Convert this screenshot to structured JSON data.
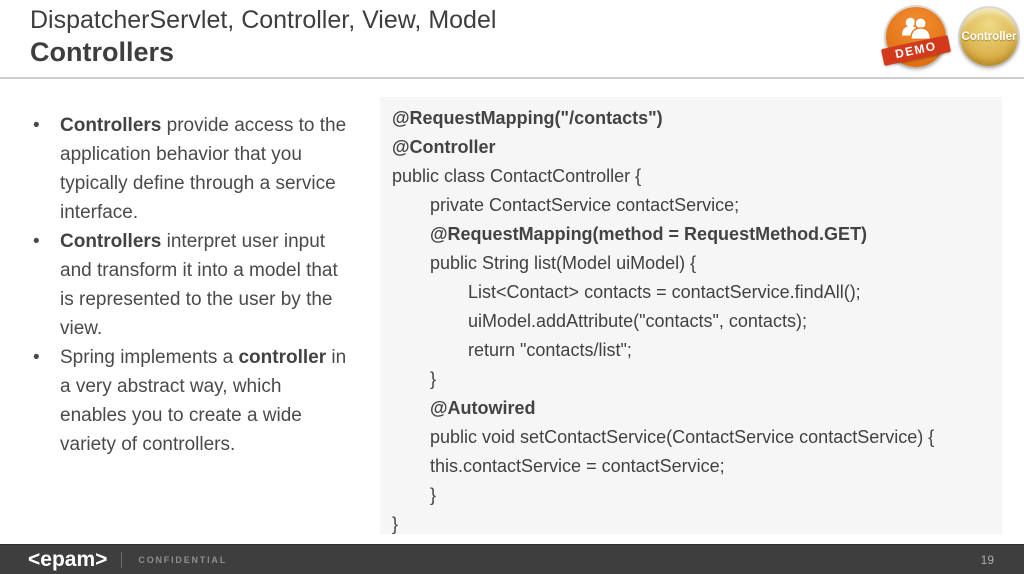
{
  "header": {
    "title_line1": "DispatcherServlet, Controller, View, Model",
    "title_line2": "Controllers"
  },
  "badges": {
    "demo_label": "DEMO",
    "controller_label": "Controller",
    "demo_color": "#E87A1E",
    "ribbon_color": "#D33A1C",
    "controller_color": "#D6A93E"
  },
  "bullets": [
    {
      "segments": [
        {
          "text": "Controllers",
          "bold": true
        },
        {
          "text": " provide access to the application behavior that you typically define through a service interface.",
          "bold": false
        }
      ]
    },
    {
      "segments": [
        {
          "text": "Controllers",
          "bold": true
        },
        {
          "text": " interpret user input and transform it into a model that is represented to the user by the view.",
          "bold": false
        }
      ]
    },
    {
      "segments": [
        {
          "text": "Spring implements a ",
          "bold": false
        },
        {
          "text": "controller",
          "bold": true
        },
        {
          "text": " in a very abstract way, which enables you to create a wide variety of controllers.",
          "bold": false
        }
      ]
    }
  ],
  "code": {
    "background": "#F6F6F7",
    "lines": [
      {
        "text": "@RequestMapping(\"/contacts\")",
        "indent": 0,
        "bold": true
      },
      {
        "text": "@Controller",
        "indent": 0,
        "bold": true
      },
      {
        "text": "public class ContactController {",
        "indent": 0,
        "bold": false
      },
      {
        "text": "private ContactService contactService;",
        "indent": 1,
        "bold": false
      },
      {
        "text": "@RequestMapping(method = RequestMethod.GET)",
        "indent": 1,
        "bold": true
      },
      {
        "text": "public String list(Model uiModel) {",
        "indent": 1,
        "bold": false
      },
      {
        "text": "List<Contact> contacts = contactService.findAll();",
        "indent": 2,
        "bold": false
      },
      {
        "text": "uiModel.addAttribute(\"contacts\", contacts);",
        "indent": 2,
        "bold": false
      },
      {
        "text": "return \"contacts/list\";",
        "indent": 2,
        "bold": false
      },
      {
        "text": "}",
        "indent": 1,
        "bold": false
      },
      {
        "text": "@Autowired",
        "indent": 1,
        "bold": true
      },
      {
        "text": "public void setContactService(ContactService contactService) {",
        "indent": 1,
        "bold": false
      },
      {
        "text": "this.contactService = contactService;",
        "indent": 1,
        "bold": false
      },
      {
        "text": "}",
        "indent": 1,
        "bold": false
      },
      {
        "text": "}",
        "indent": 0,
        "bold": false
      }
    ]
  },
  "footer": {
    "logo": "<epam>",
    "confidential": "CONFIDENTIAL",
    "page_number": "19",
    "bar_color": "#3E3E3E"
  }
}
